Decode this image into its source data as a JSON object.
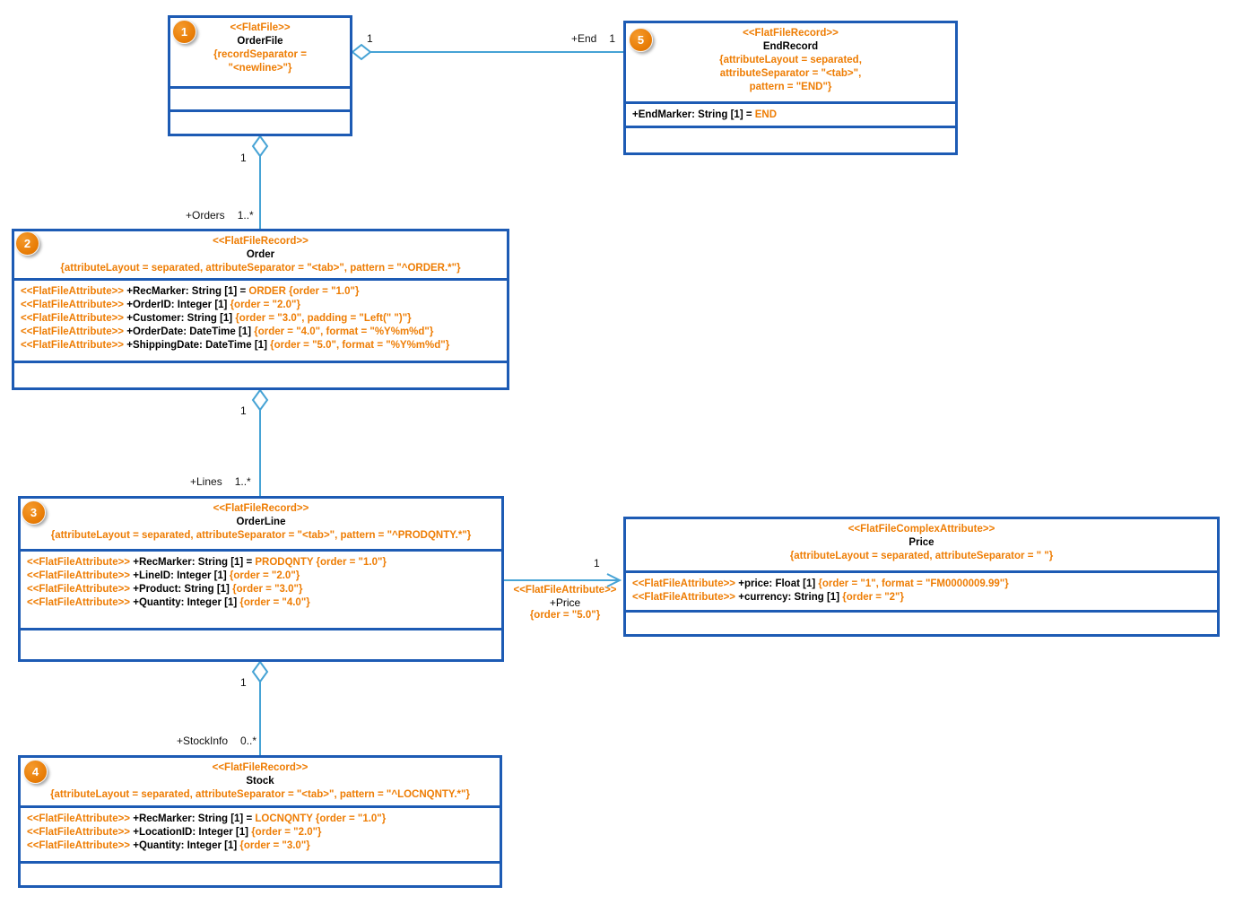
{
  "colors": {
    "box_border": "#1d5bb4",
    "connector": "#46a3d5",
    "accent_orange": "#ee7d04",
    "badge_orange": "#e87d07",
    "text_black": "#000000",
    "background": "#ffffff"
  },
  "classes": {
    "orderfile": {
      "badge": "1",
      "stereotype": "<<FlatFile>>",
      "name": "OrderFile",
      "constraint": "{recordSeparator =\n\"<newline>\"}",
      "attributes": []
    },
    "endrecord": {
      "badge": "5",
      "stereotype": "<<FlatFileRecord>>",
      "name": "EndRecord",
      "constraint": "{attributeLayout = separated,\nattributeSeparator = \"<tab>\",\npattern = \"END\"}",
      "attributes": [
        {
          "stereotype": "",
          "decl": "+EndMarker: String [1] = ",
          "value": "END",
          "constraint": ""
        }
      ]
    },
    "order": {
      "badge": "2",
      "stereotype": "<<FlatFileRecord>>",
      "name": "Order",
      "constraint": "{attributeLayout = separated, attributeSeparator = \"<tab>\", pattern = \"^ORDER.*\"}",
      "attributes": [
        {
          "stereotype": "<<FlatFileAttribute>>",
          "decl": "+RecMarker: String [1] = ",
          "value": "ORDER ",
          "constraint": "{order = \"1.0\"}"
        },
        {
          "stereotype": "<<FlatFileAttribute>>",
          "decl": "+OrderID: Integer [1] ",
          "value": "",
          "constraint": "{order = \"2.0\"}"
        },
        {
          "stereotype": "<<FlatFileAttribute>>",
          "decl": "+Customer: String [1] ",
          "value": "",
          "constraint": "{order = \"3.0\", padding = \"Left(\" \")\"}"
        },
        {
          "stereotype": "<<FlatFileAttribute>>",
          "decl": "+OrderDate: DateTime [1] ",
          "value": "",
          "constraint": "{order = \"4.0\", format = \"%Y%m%d\"}"
        },
        {
          "stereotype": "<<FlatFileAttribute>>",
          "decl": "+ShippingDate: DateTime [1] ",
          "value": "",
          "constraint": "{order = \"5.0\", format = \"%Y%m%d\"}"
        }
      ]
    },
    "orderline": {
      "badge": "3",
      "stereotype": "<<FlatFileRecord>>",
      "name": "OrderLine",
      "constraint": "{attributeLayout = separated, attributeSeparator = \"<tab>\", pattern = \"^PRODQNTY.*\"}",
      "attributes": [
        {
          "stereotype": "<<FlatFileAttribute>>",
          "decl": "+RecMarker: String [1] = ",
          "value": "PRODQNTY ",
          "constraint": "{order = \"1.0\"}"
        },
        {
          "stereotype": "<<FlatFileAttribute>>",
          "decl": "+LineID: Integer [1] ",
          "value": "",
          "constraint": "{order = \"2.0\"}"
        },
        {
          "stereotype": "<<FlatFileAttribute>>",
          "decl": "+Product: String [1] ",
          "value": "",
          "constraint": "{order = \"3.0\"}"
        },
        {
          "stereotype": "<<FlatFileAttribute>>",
          "decl": "+Quantity: Integer [1] ",
          "value": "",
          "constraint": "{order = \"4.0\"}"
        }
      ]
    },
    "stock": {
      "badge": "4",
      "stereotype": "<<FlatFileRecord>>",
      "name": "Stock",
      "constraint": "{attributeLayout = separated, attributeSeparator = \"<tab>\", pattern = \"^LOCNQNTY.*\"}",
      "attributes": [
        {
          "stereotype": "<<FlatFileAttribute>>",
          "decl": "+RecMarker: String [1] = ",
          "value": "LOCNQNTY ",
          "constraint": "{order = \"1.0\"}"
        },
        {
          "stereotype": "<<FlatFileAttribute>>",
          "decl": "+LocationID: Integer [1] ",
          "value": "",
          "constraint": "{order = \"2.0\"}"
        },
        {
          "stereotype": "<<FlatFileAttribute>>",
          "decl": "+Quantity: Integer [1] ",
          "value": "",
          "constraint": "{order = \"3.0\"}"
        }
      ]
    },
    "price": {
      "badge": "",
      "stereotype": "<<FlatFileComplexAttribute>>",
      "name": "Price",
      "constraint": "{attributeLayout = separated, attributeSeparator = \" \"}",
      "attributes": [
        {
          "stereotype": "<<FlatFileAttribute>>",
          "decl": "+price: Float [1] ",
          "value": "",
          "constraint": "{order = \"1\", format = \"FM0000009.99\"}"
        },
        {
          "stereotype": "<<FlatFileAttribute>>",
          "decl": "+currency: String [1] ",
          "value": "",
          "constraint": "{order = \"2\"}"
        }
      ]
    }
  },
  "connectors": {
    "file_end": {
      "source_mult": "1",
      "role": "+End",
      "target_mult": "1"
    },
    "file_orders": {
      "source_mult": "1",
      "role": "+Orders",
      "target_mult": "1..*"
    },
    "order_lines": {
      "source_mult": "1",
      "role": "+Lines",
      "target_mult": "1..*"
    },
    "line_stock": {
      "source_mult": "1",
      "role": "+StockInfo",
      "target_mult": "0..*"
    },
    "line_price": {
      "target_mult": "1",
      "stereotype": "<<FlatFileAttribute>>",
      "role": "+Price",
      "constraint": "{order = \"5.0\"}"
    }
  }
}
